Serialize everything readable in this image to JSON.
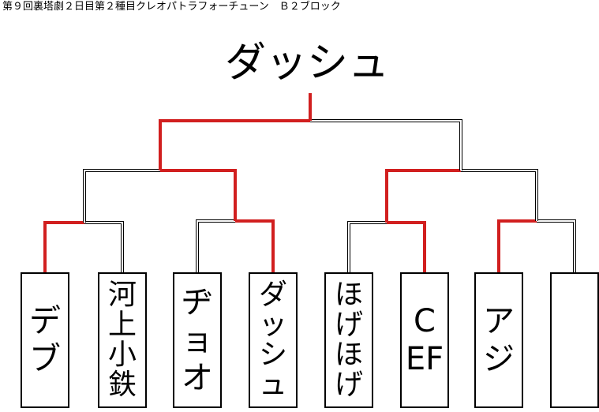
{
  "title": "第９回裏塔劇２日目第２種目クレオパトラフォーチューン　Ｂ２ブロック",
  "champion": "ダッシュ",
  "colors": {
    "winner_line": "#d11f1f",
    "loser_line": "#000000",
    "box_border": "#000000",
    "background": "#ffffff"
  },
  "entrants": [
    {
      "name": "デブ"
    },
    {
      "name": "河上小鉄"
    },
    {
      "name": "ヂョオ"
    },
    {
      "name": "ダッシュ"
    },
    {
      "name": "ほげほげ"
    },
    {
      "name": "CEF"
    },
    {
      "name": "アジ"
    },
    {
      "name": ""
    }
  ],
  "round1_winners": [
    "デブ",
    "ダッシュ",
    "CEF",
    "アジ"
  ],
  "semifinal_winners": [
    "ダッシュ",
    "CEF"
  ],
  "final_winner": "ダッシュ"
}
